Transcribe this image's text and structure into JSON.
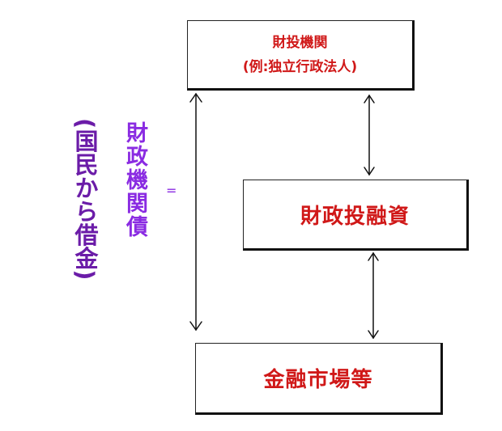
{
  "boxes": {
    "top_line1": "財投機関",
    "top_line2": "(例:独立行政法人)",
    "middle": "財政投融資",
    "bottom": "金融市場等"
  },
  "labels": {
    "bonds": "財政機関債",
    "borrow": "(国民から借金)",
    "equals": "="
  },
  "colors": {
    "box_text": "#d01818",
    "label_text": "#8a2be2",
    "arrow": "#111111"
  }
}
